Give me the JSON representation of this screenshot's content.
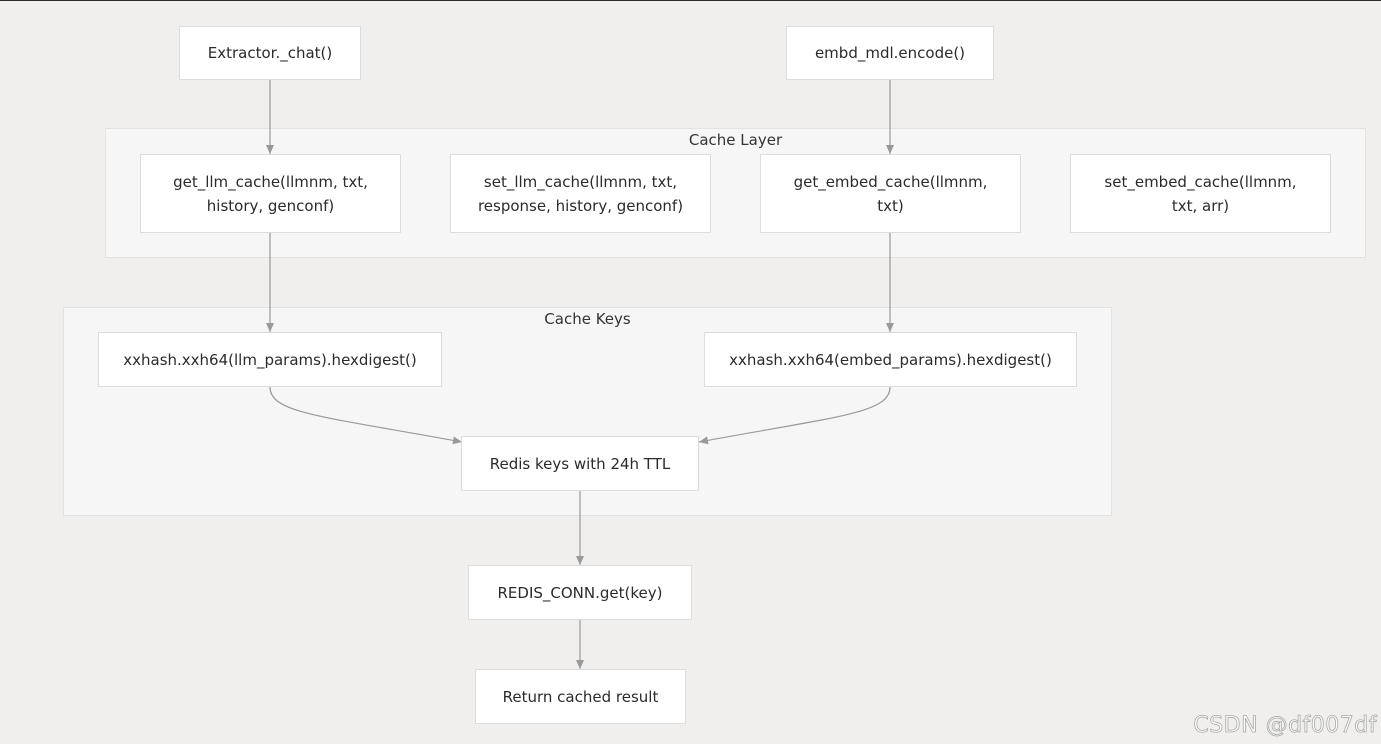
{
  "groups": {
    "cache_layer": {
      "label": "Cache Layer"
    },
    "cache_keys": {
      "label": "Cache Keys"
    }
  },
  "nodes": {
    "extractor_chat": {
      "label": "Extractor._chat()"
    },
    "embd_encode": {
      "label": "embd_mdl.encode()"
    },
    "get_llm_cache": {
      "line1": "get_llm_cache(llmnm, txt,",
      "line2": "history, genconf)"
    },
    "set_llm_cache": {
      "line1": "set_llm_cache(llmnm, txt,",
      "line2": "response, history, genconf)"
    },
    "get_embed_cache": {
      "line1": "get_embed_cache(llmnm,",
      "line2": "txt)"
    },
    "set_embed_cache": {
      "line1": "set_embed_cache(llmnm,",
      "line2": "txt, arr)"
    },
    "xxhash_llm": {
      "label": "xxhash.xxh64(llm_params).hexdigest()"
    },
    "xxhash_embed": {
      "label": "xxhash.xxh64(embed_params).hexdigest()"
    },
    "redis_keys": {
      "label": "Redis keys with 24h TTL"
    },
    "redis_get": {
      "label": "REDIS_CONN.get(key)"
    },
    "return_cached": {
      "label": "Return cached result"
    }
  },
  "watermark": "CSDN @df007df",
  "colors": {
    "background": "#f0efed",
    "group_fill": "#f6f6f6",
    "node_fill": "#ffffff",
    "edge": "#999999",
    "text": "#2b2b2b"
  }
}
